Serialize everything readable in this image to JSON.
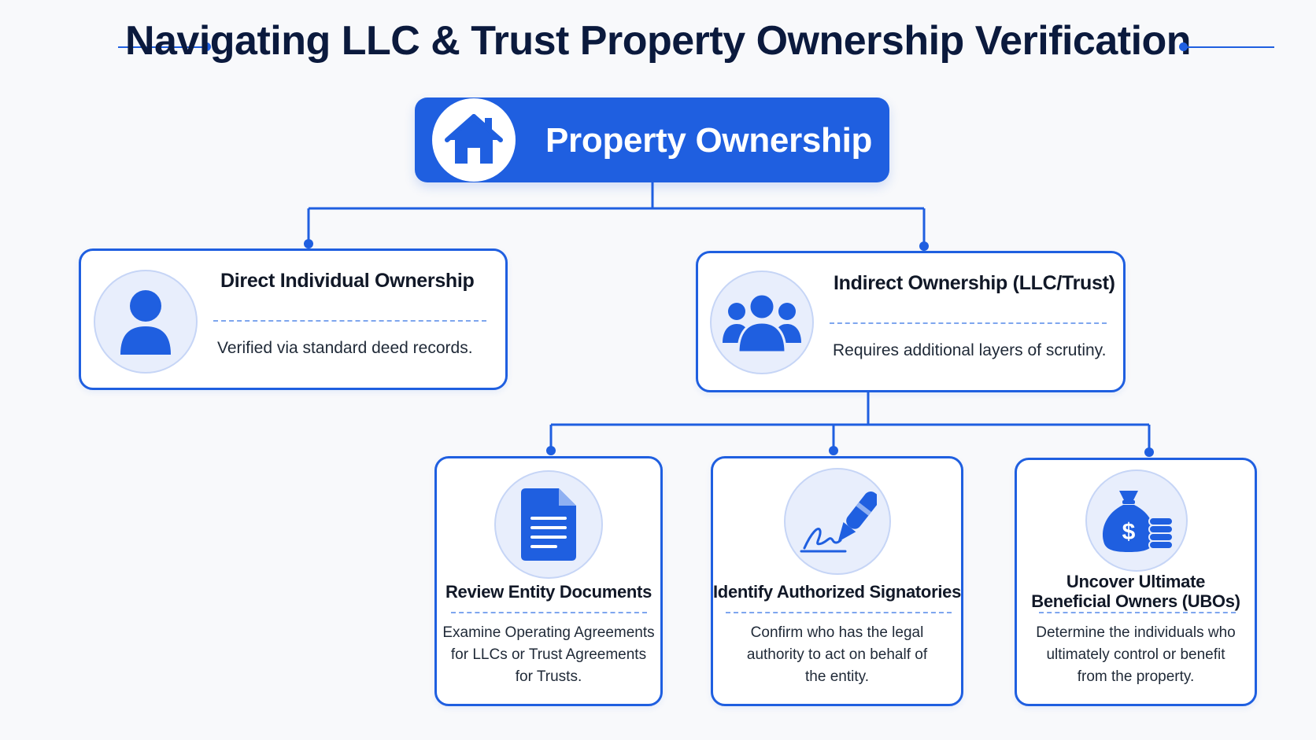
{
  "title": "Navigating LLC & Trust Property Ownership Verification",
  "root": {
    "label": "Property Ownership",
    "icon": "house-icon"
  },
  "direct": {
    "title": "Direct Individual Ownership",
    "description": "Verified via standard deed records.",
    "icon": "person-icon"
  },
  "indirect": {
    "title": "Indirect Ownership (LLC/Trust)",
    "description": "Requires additional layers of scrutiny.",
    "icon": "group-icon"
  },
  "steps": [
    {
      "title_lines": [
        "Review Entity Documents"
      ],
      "description_lines": [
        "Examine Operating Agreements",
        "for LLCs or Trust Agreements",
        "for Trusts."
      ],
      "icon": "document-icon"
    },
    {
      "title_lines": [
        "Identify Authorized Signatories"
      ],
      "description_lines": [
        "Confirm who has the legal",
        "authority to act on behalf of",
        "the entity."
      ],
      "icon": "pen-signature-icon"
    },
    {
      "title_lines": [
        "Uncover Ultimate",
        "Beneficial Owners (UBOs)"
      ],
      "description_lines": [
        "Determine the individuals who",
        "ultimately control or benefit",
        "from the property."
      ],
      "icon": "money-bag-icon"
    }
  ],
  "colors": {
    "accent": "#1f5fe0",
    "title": "#0b1a3d",
    "circle_fill": "#e8eefc"
  }
}
